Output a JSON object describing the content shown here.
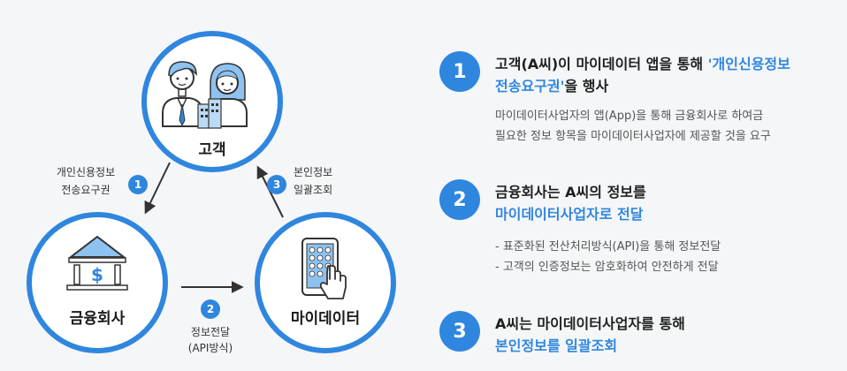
{
  "nodes": {
    "customer": "고객",
    "finance": "금융회사",
    "mydata": "마이데이터"
  },
  "edges": {
    "e1": {
      "num": "1",
      "line1": "개인신용정보",
      "line2": "전송요구권"
    },
    "e2": {
      "num": "2",
      "line1": "정보전달",
      "line2": "(API방식)"
    },
    "e3": {
      "num": "3",
      "line1": "본인정보",
      "line2": "일괄조회"
    }
  },
  "steps": [
    {
      "num": "1",
      "title_a": "고객(A씨)이 마이데이터 앱을 통해 ",
      "title_hl1": "'개인신용정보",
      "title_hl2": "전송요구권'",
      "title_c": "을 행사",
      "desc": [
        "마이데이터사업자의 앱(App)을 통해 금융회사로 하여금",
        "필요한 정보 항목을 마이데이터사업자에 제공할 것을 요구"
      ]
    },
    {
      "num": "2",
      "title_a": "금융회사는 A씨의 정보를",
      "title_hl": "마이데이터사업자로 전달",
      "desc": [
        "- 표준화된 전산처리방식(API)을 통해 정보전달",
        "- 고객의 인증정보는 암호화하여 안전하게 전달"
      ]
    },
    {
      "num": "3",
      "title_a": "A씨는 마이데이터사업자를 통해",
      "title_hl": "본인정보를 일괄조회"
    }
  ],
  "colors": {
    "accent": "#2f86de",
    "background": "#f5f6f8"
  },
  "icons": [
    "people-icon",
    "bank-icon",
    "phone-icon"
  ]
}
